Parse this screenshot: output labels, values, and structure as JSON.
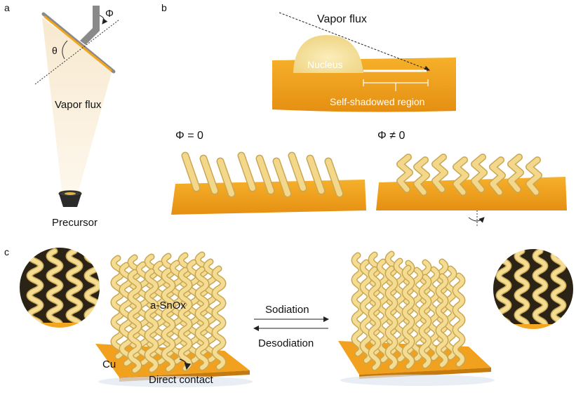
{
  "panel_a": {
    "letter": "a",
    "phi": "Φ",
    "theta": "θ",
    "vapor_flux": "Vapor flux",
    "precursor": "Precursor"
  },
  "panel_b": {
    "letter": "b",
    "vapor_flux": "Vapor flux",
    "nucleus": "Nucleus",
    "self_shadowed": "Self-shadowed region",
    "phi_zero": "Φ = 0",
    "phi_nonzero": "Φ ≠ 0"
  },
  "panel_c": {
    "letter": "c",
    "material": "a-SnOx",
    "sodiation": "Sodiation",
    "desodiation": "Desodiation",
    "cu": "Cu",
    "direct_contact": "Direct contact"
  },
  "colors": {
    "substrate": "#f2a51f",
    "substrate_dark": "#d9870f",
    "rod": "#f4d98a",
    "rod_shadow": "#c9a651",
    "beam": "#fbf0dc",
    "nucleus": "#f7e3a0"
  }
}
